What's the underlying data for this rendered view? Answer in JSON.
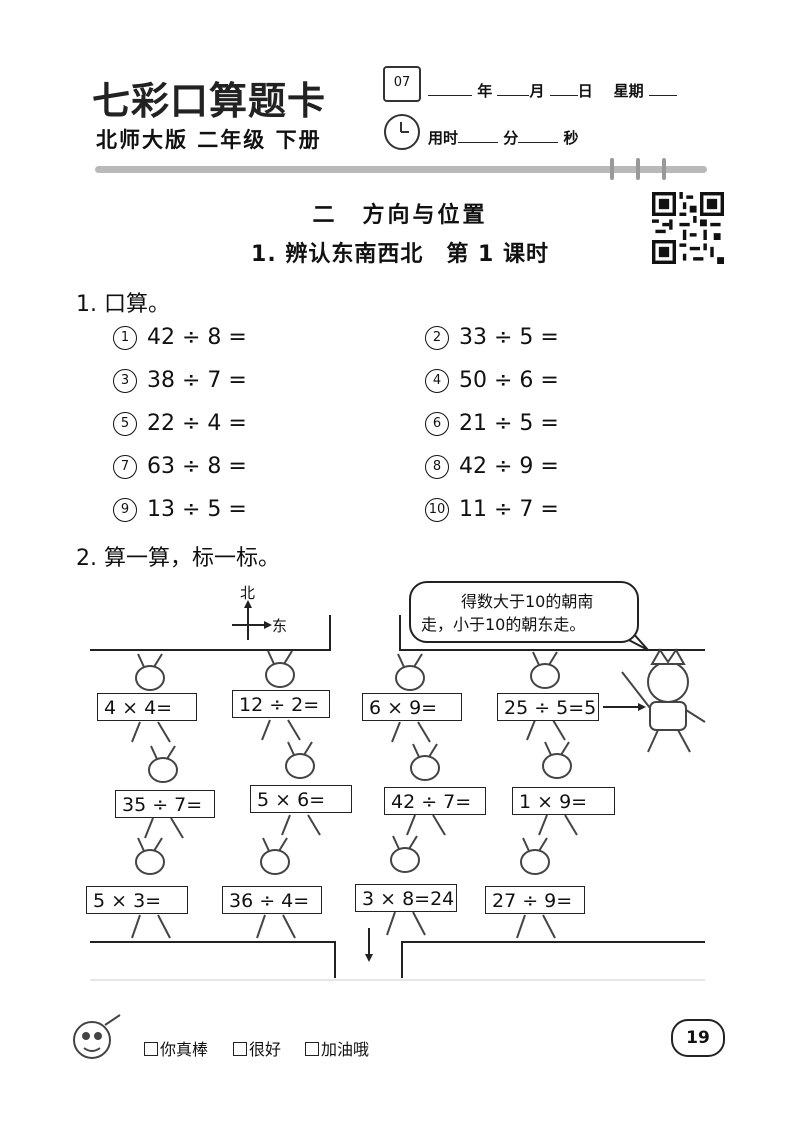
{
  "header": {
    "brand_title": "七彩口算题卡",
    "edition": "北师大版 二年级 下册",
    "calendar_icon_text": "07",
    "date_fields": {
      "year": "年",
      "month": "月",
      "day": "日",
      "weekday": "星期"
    },
    "time_fields": {
      "label": "用时",
      "minute": "分",
      "second": "秒"
    }
  },
  "unit_title": "二　方向与位置",
  "lesson_title": "1. 辨认东南西北　第 1 课时",
  "section1": {
    "heading": "1. 口算。",
    "items": [
      {
        "num": "1",
        "expr": "42 ÷ 8 ="
      },
      {
        "num": "2",
        "expr": "33 ÷ 5 ="
      },
      {
        "num": "3",
        "expr": "38 ÷ 7 ="
      },
      {
        "num": "4",
        "expr": "50 ÷ 6 ="
      },
      {
        "num": "5",
        "expr": "22 ÷ 4 ="
      },
      {
        "num": "6",
        "expr": "21 ÷ 5 ="
      },
      {
        "num": "7",
        "expr": "63 ÷ 8 ="
      },
      {
        "num": "8",
        "expr": "42 ÷ 9 ="
      },
      {
        "num": "9",
        "expr": "13 ÷ 5 ="
      },
      {
        "num": "10",
        "expr": "11 ÷ 7 ="
      }
    ]
  },
  "section2": {
    "heading": "2. 算一算，标一标。",
    "compass": {
      "north": "北",
      "east": "东"
    },
    "bubble": {
      "line1": "得数大于10的朝南",
      "line2": "走，小于10的朝东走。"
    },
    "row1": [
      "4 × 4=",
      "12 ÷ 2=",
      "6 × 9=",
      "25 ÷ 5=5"
    ],
    "row2": [
      "35 ÷ 7=",
      "5 × 6=",
      "42 ÷ 7=",
      "1 × 9="
    ],
    "row3": [
      "5 × 3=",
      "36 ÷ 4=",
      "3 × 8=24",
      "27 ÷ 9="
    ]
  },
  "footer": {
    "ratings": [
      "你真棒",
      "很好",
      "加油哦"
    ],
    "page_number": "19"
  }
}
